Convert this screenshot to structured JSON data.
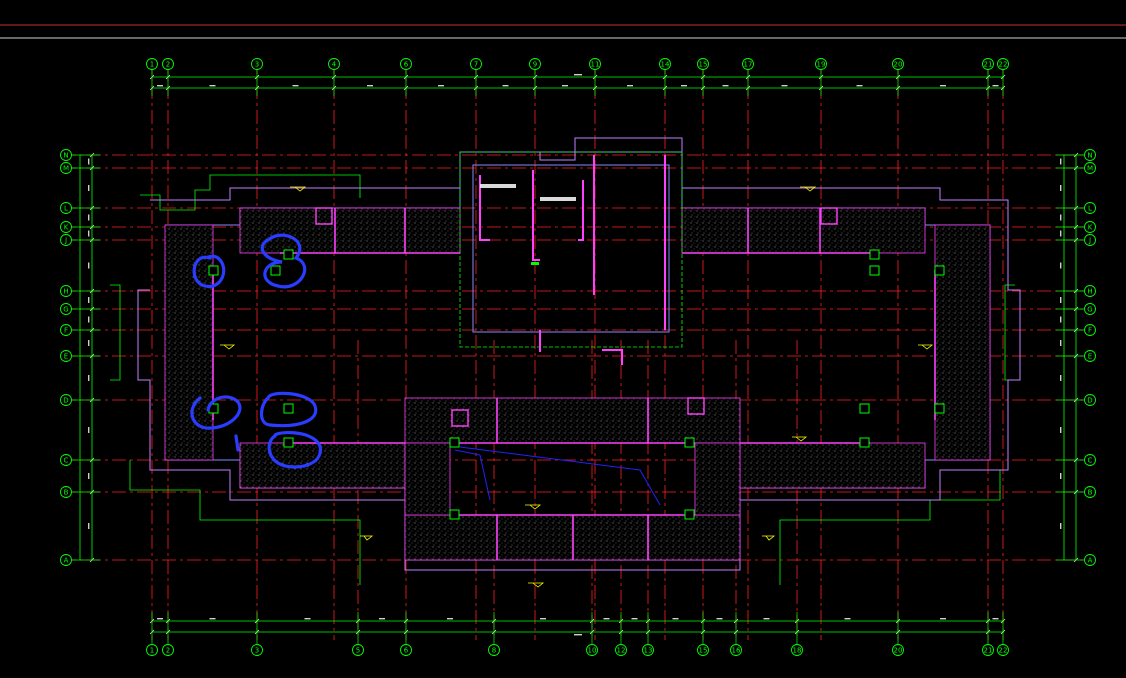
{
  "drawing": {
    "colors": {
      "background": "#000000",
      "axis": "#ff2020",
      "dimension": "#00ff00",
      "wall": "#ff40ff",
      "wall_outline": "#8080ff",
      "hatch": "#c8c8c8",
      "level_mark": "#ffff00",
      "markup": "#2a3cff",
      "frame": "#c0c0c0"
    },
    "grid_top": [
      "1",
      "2",
      "3",
      "4",
      "6",
      "7",
      "9",
      "11",
      "14",
      "15",
      "17",
      "19",
      "20",
      "21",
      "22"
    ],
    "grid_bottom": [
      "1",
      "2",
      "3",
      "5",
      "6",
      "8",
      "10",
      "12",
      "13",
      "15",
      "16",
      "18",
      "20",
      "21",
      "22"
    ],
    "grid_left": [
      "N",
      "M",
      "L",
      "K",
      "J",
      "H",
      "G",
      "F",
      "E",
      "D",
      "C",
      "B",
      "A"
    ],
    "grid_right": [
      "N",
      "M",
      "L",
      "K",
      "J",
      "H",
      "G",
      "F",
      "E",
      "D",
      "C",
      "B",
      "A"
    ],
    "markup_note": "hand-drawn blue circles highlighting column locations"
  }
}
